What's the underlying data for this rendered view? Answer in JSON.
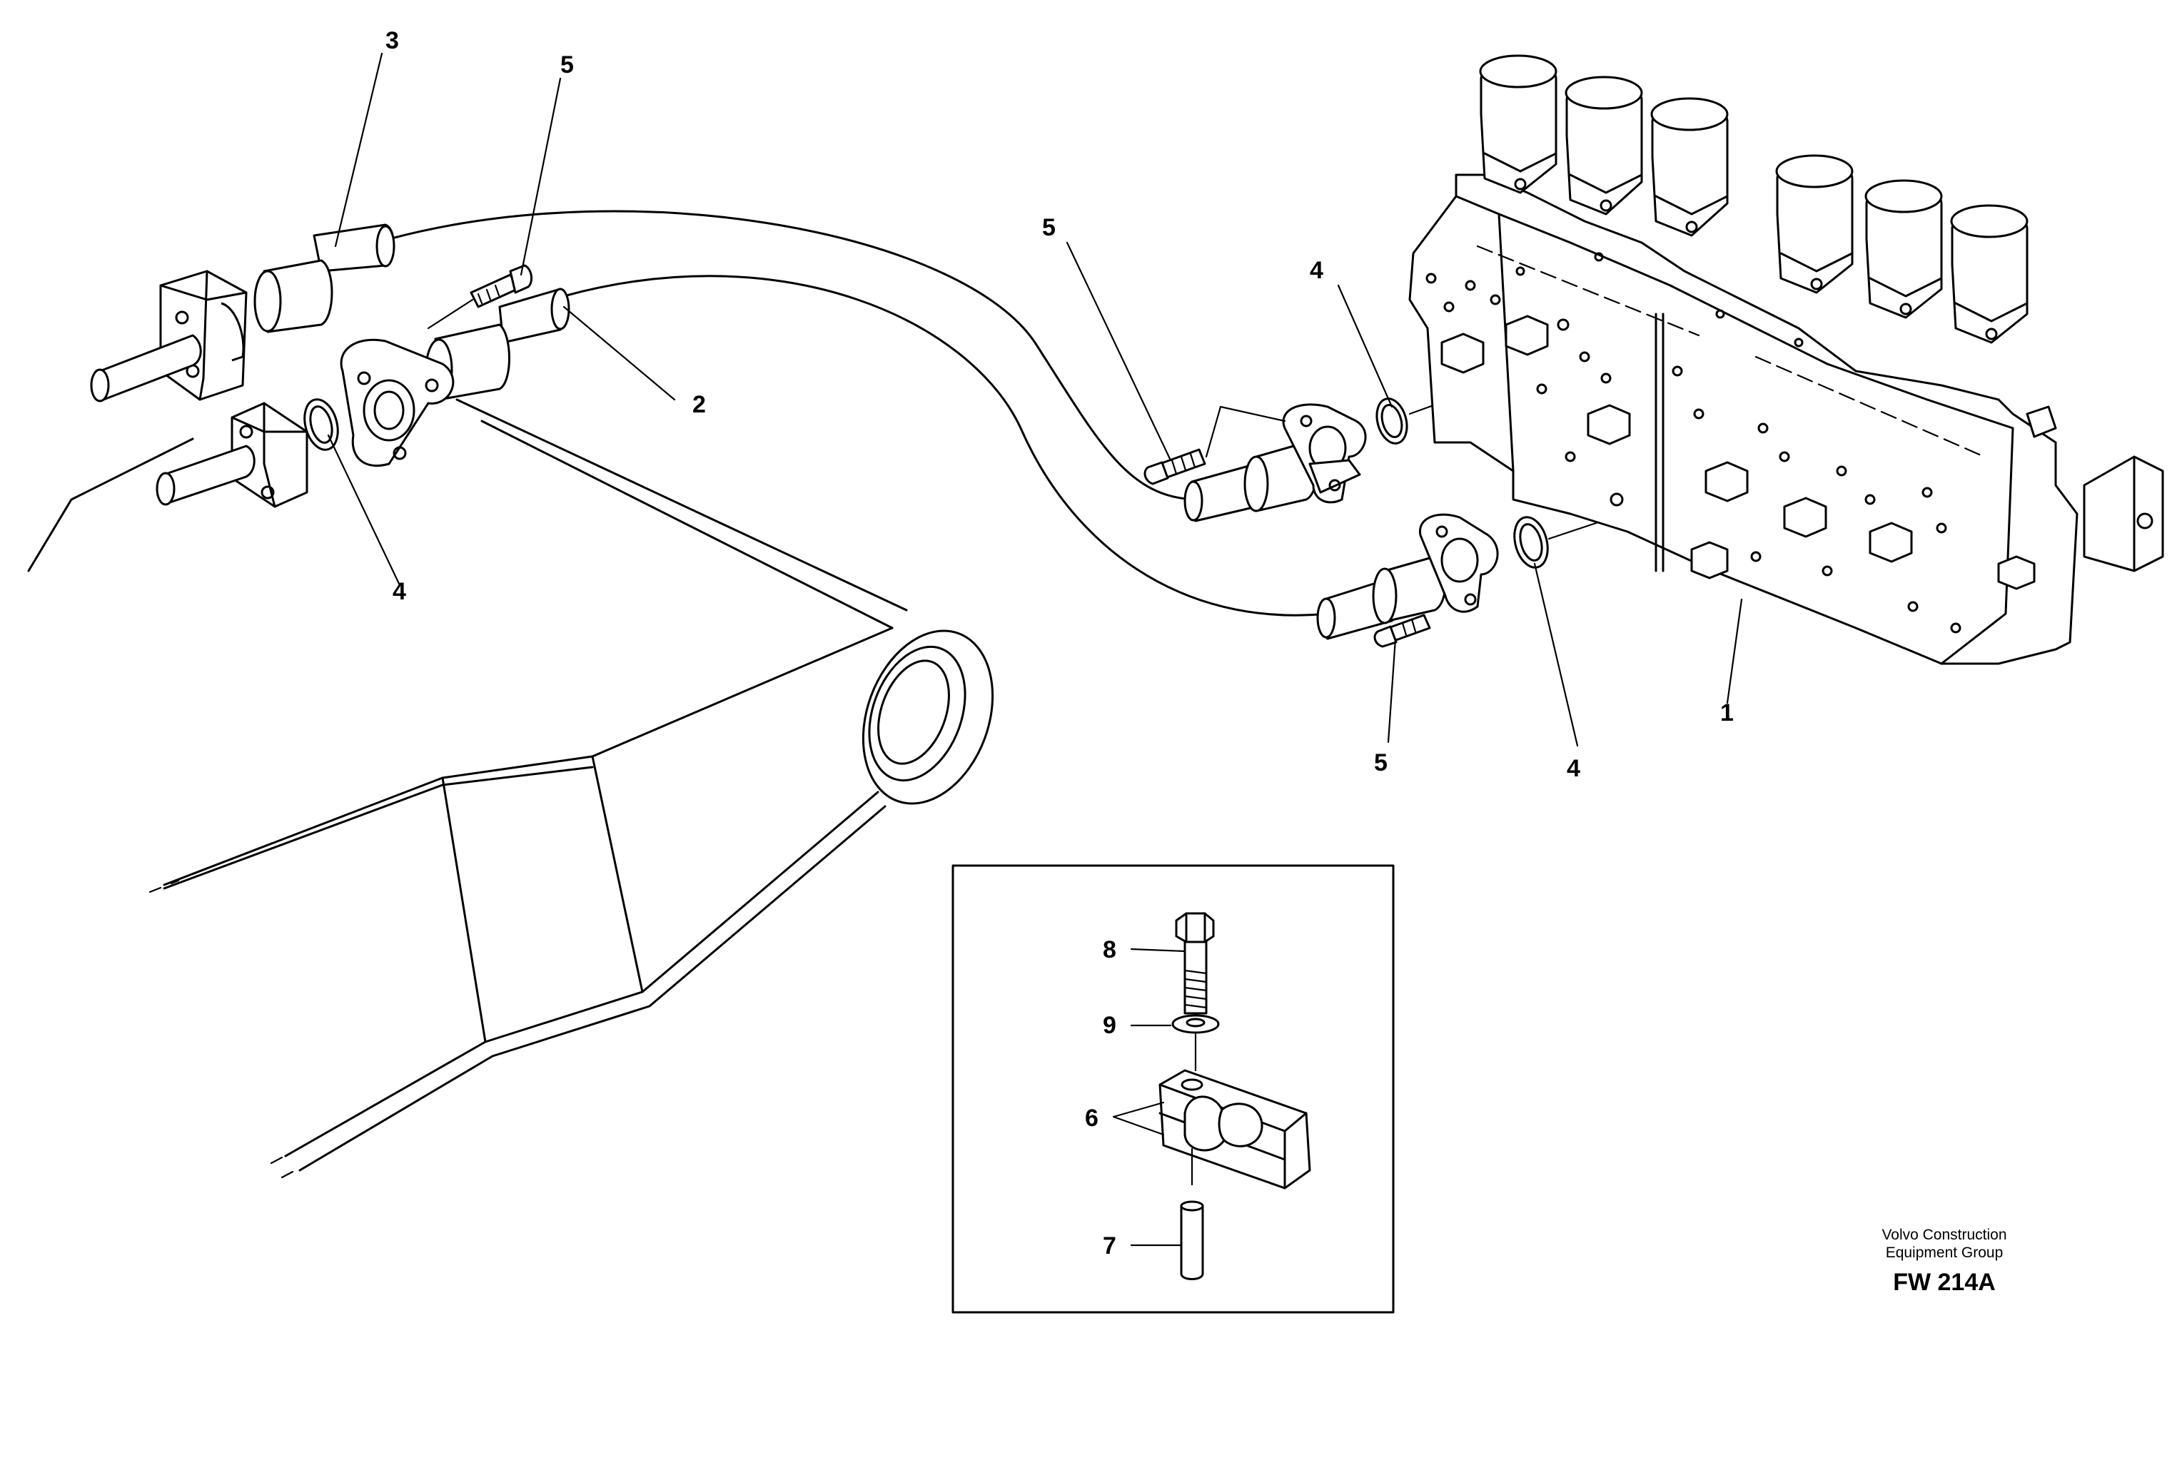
{
  "callouts": {
    "c3": "3",
    "c5_left": "5",
    "c2": "2",
    "c4_left": "4",
    "c5_mid": "5",
    "c4_mid": "4",
    "c5_bottom": "5",
    "c4_bottom": "4",
    "c1": "1",
    "c8": "8",
    "c9": "9",
    "c6": "6",
    "c7": "7"
  },
  "credit": {
    "line1": "Volvo Construction",
    "line2": "Equipment Group",
    "code": "FW 214A"
  }
}
